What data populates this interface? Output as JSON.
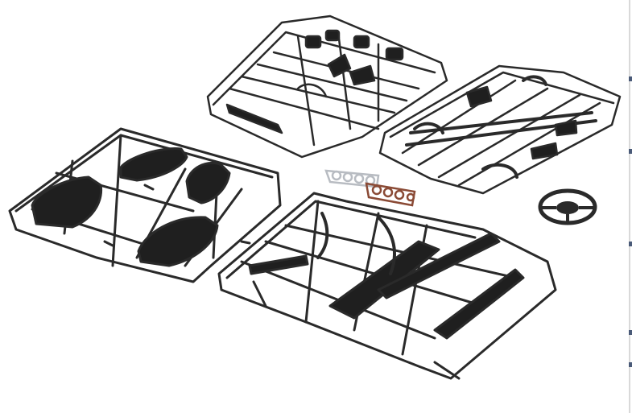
{
  "scene": {
    "subject": "plastic-model-sprue-parts",
    "background_color": "#ffffff",
    "part_colors": {
      "black_plastic": "#1f1f1f",
      "dark_plastic": "#2a2a2a",
      "chrome": "#c9ccd0",
      "copper": "#8a4a35"
    },
    "parts": [
      {
        "name": "sprue-door-panels",
        "color": "black_plastic"
      },
      {
        "name": "sprue-small-parts-top",
        "color": "black_plastic"
      },
      {
        "name": "sprue-roll-bars-right",
        "color": "black_plastic"
      },
      {
        "name": "sprue-chassis-frame",
        "color": "black_plastic"
      },
      {
        "name": "sprue-chrome-small",
        "color": "chrome"
      },
      {
        "name": "sprue-copper-small",
        "color": "copper"
      },
      {
        "name": "steering-wheel",
        "color": "dark_plastic"
      }
    ]
  }
}
